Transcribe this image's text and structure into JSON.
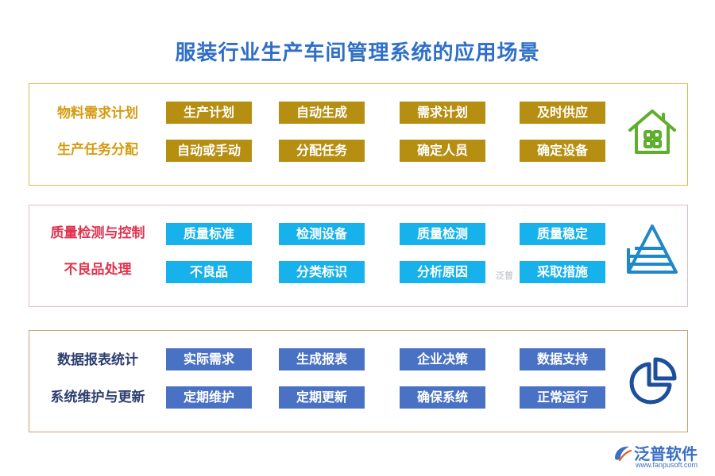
{
  "title": "服装行业生产车间管理系统的应用场景",
  "sections": [
    {
      "rows": [
        {
          "label": "物料需求计划",
          "tags": [
            "生产计划",
            "自动生成",
            "需求计划",
            "及时供应"
          ]
        },
        {
          "label": "生产任务分配",
          "tags": [
            "自动或手动",
            "分配任务",
            "确定人员",
            "确定设备"
          ]
        }
      ],
      "icon": "house-icon",
      "color": "#b58e12"
    },
    {
      "rows": [
        {
          "label": "质量检测与控制",
          "tags": [
            "质量标准",
            "检测设备",
            "质量检测",
            "质量稳定"
          ]
        },
        {
          "label": "不良品处理",
          "tags": [
            "不良品",
            "分类标识",
            "分析原因",
            "采取措施"
          ]
        }
      ],
      "icon": "pyramid-icon",
      "color": "#17b1ec"
    },
    {
      "rows": [
        {
          "label": "数据报表统计",
          "tags": [
            "实际需求",
            "生成报表",
            "企业决策",
            "数据支持"
          ]
        },
        {
          "label": "系统维护与更新",
          "tags": [
            "定期维护",
            "定期更新",
            "确保系统",
            "正常运行"
          ]
        }
      ],
      "icon": "pie-chart-icon",
      "color": "#4a72c4"
    }
  ],
  "watermark": "泛普",
  "brand": {
    "name": "泛普软件",
    "url": "www.fanpusoft.com"
  }
}
